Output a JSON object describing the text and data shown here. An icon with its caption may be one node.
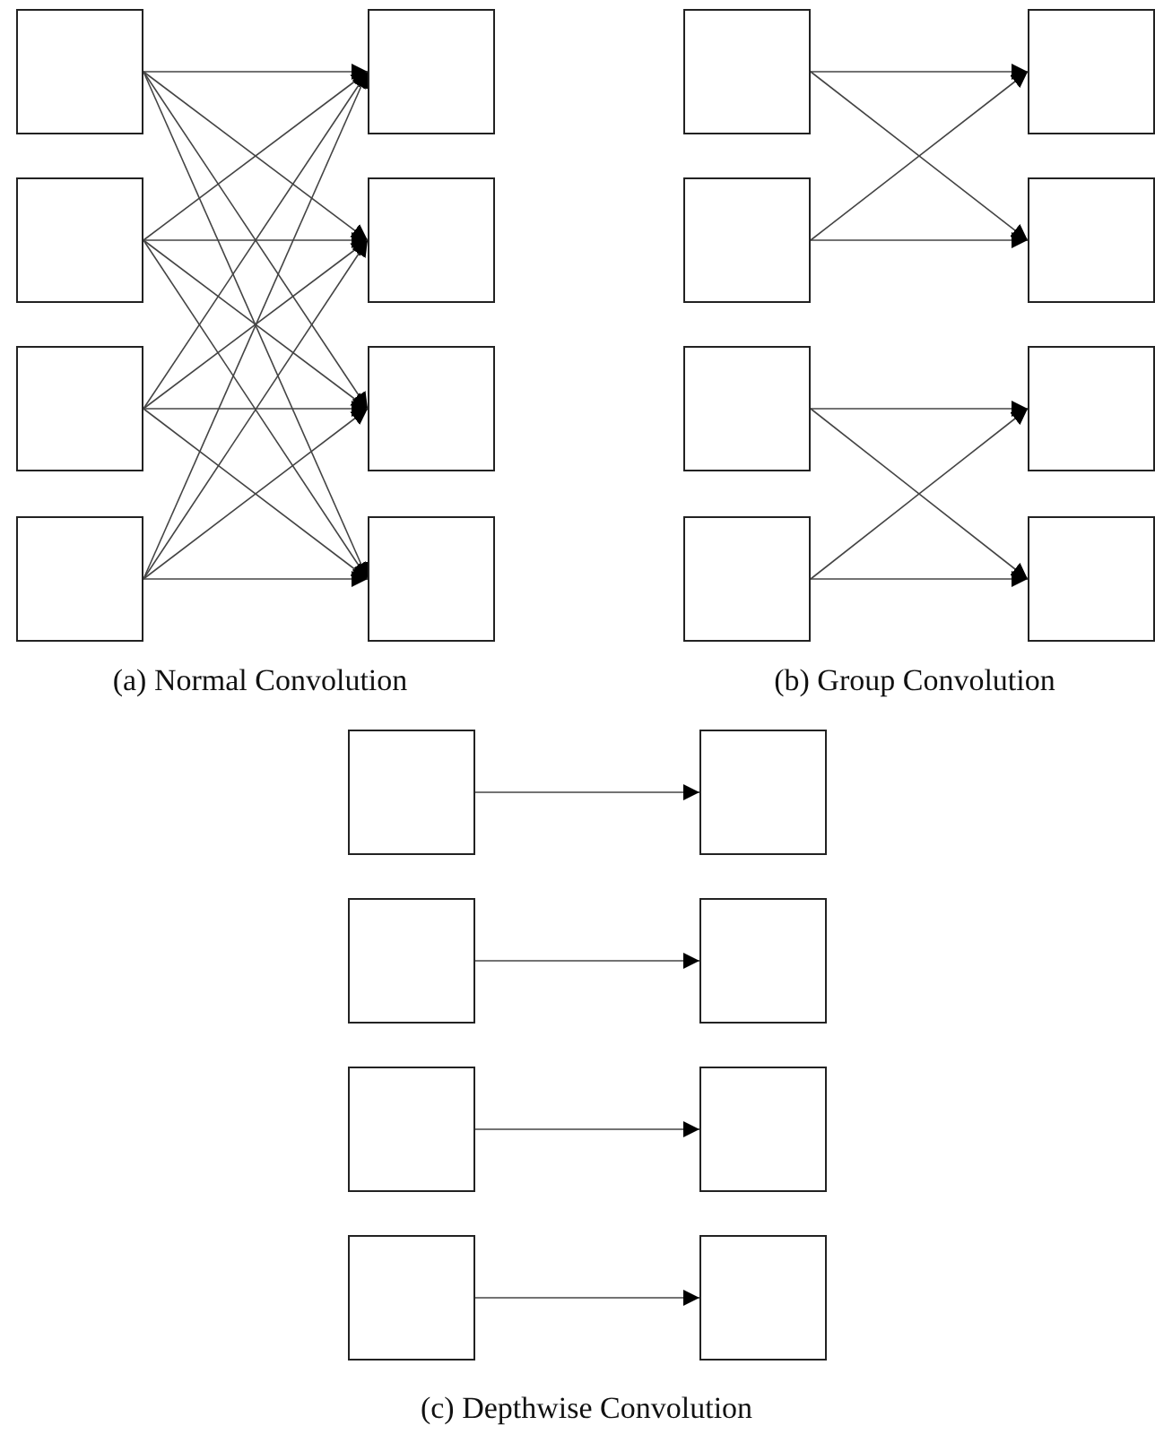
{
  "diagram": {
    "nodes": [
      {
        "text": [],
        "shape": "box"
      },
      {
        "text": [],
        "shape": "box"
      },
      {
        "text": [],
        "shape": "box"
      },
      {
        "text": [],
        "shape": "box"
      },
      {
        "text": [],
        "shape": "box"
      },
      {
        "text": [],
        "shape": "box"
      },
      {
        "text": [],
        "shape": "box"
      },
      {
        "text": [],
        "shape": "box"
      },
      {
        "text": [],
        "shape": "box"
      },
      {
        "text": [],
        "shape": "box"
      },
      {
        "text": [],
        "shape": "box"
      },
      {
        "text": [],
        "shape": "box"
      },
      {
        "text": [],
        "shape": "box"
      },
      {
        "text": [],
        "shape": "box"
      },
      {
        "text": [],
        "shape": "box"
      },
      {
        "text": [],
        "shape": "box"
      },
      {
        "text": [],
        "shape": "box"
      },
      {
        "text": [],
        "shape": "box"
      },
      {
        "text": [],
        "shape": "box"
      },
      {
        "text": [],
        "shape": "box"
      },
      {
        "text": [],
        "shape": "box"
      },
      {
        "text": [],
        "shape": "box"
      },
      {
        "text": [],
        "shape": "box"
      },
      {
        "text": [],
        "shape": "box"
      }
    ],
    "edges": [
      {
        "from": 0,
        "to": 4,
        "arrow": "to"
      },
      {
        "from": 0,
        "to": 5,
        "arrow": "to"
      },
      {
        "from": 0,
        "to": 6,
        "arrow": "to"
      },
      {
        "from": 0,
        "to": 7,
        "arrow": "to"
      },
      {
        "from": 1,
        "to": 4,
        "arrow": "to"
      },
      {
        "from": 1,
        "to": 5,
        "arrow": "to"
      },
      {
        "from": 1,
        "to": 6,
        "arrow": "to"
      },
      {
        "from": 1,
        "to": 7,
        "arrow": "to"
      },
      {
        "from": 2,
        "to": 4,
        "arrow": "to"
      },
      {
        "from": 2,
        "to": 5,
        "arrow": "to"
      },
      {
        "from": 2,
        "to": 6,
        "arrow": "to"
      },
      {
        "from": 2,
        "to": 7,
        "arrow": "to"
      },
      {
        "from": 3,
        "to": 4,
        "arrow": "to"
      },
      {
        "from": 3,
        "to": 5,
        "arrow": "to"
      },
      {
        "from": 3,
        "to": 6,
        "arrow": "to"
      },
      {
        "from": 3,
        "to": 7,
        "arrow": "to"
      },
      {
        "from": 8,
        "to": 12,
        "arrow": "to"
      },
      {
        "from": 8,
        "to": 13,
        "arrow": "to"
      },
      {
        "from": 9,
        "to": 12,
        "arrow": "to"
      },
      {
        "from": 9,
        "to": 13,
        "arrow": "to"
      },
      {
        "from": 10,
        "to": 14,
        "arrow": "to"
      },
      {
        "from": 10,
        "to": 15,
        "arrow": "to"
      },
      {
        "from": 11,
        "to": 14,
        "arrow": "to"
      },
      {
        "from": 11,
        "to": 15,
        "arrow": "to"
      },
      {
        "from": 16,
        "to": 20,
        "arrow": "to"
      },
      {
        "from": 17,
        "to": 21,
        "arrow": "to"
      },
      {
        "from": 18,
        "to": 22,
        "arrow": "to"
      },
      {
        "from": 19,
        "to": 23,
        "arrow": "to"
      }
    ],
    "labels": [
      "(a) Normal Convolution",
      "(b) Group Convolution",
      "(c) Depthwise Convolution"
    ]
  }
}
